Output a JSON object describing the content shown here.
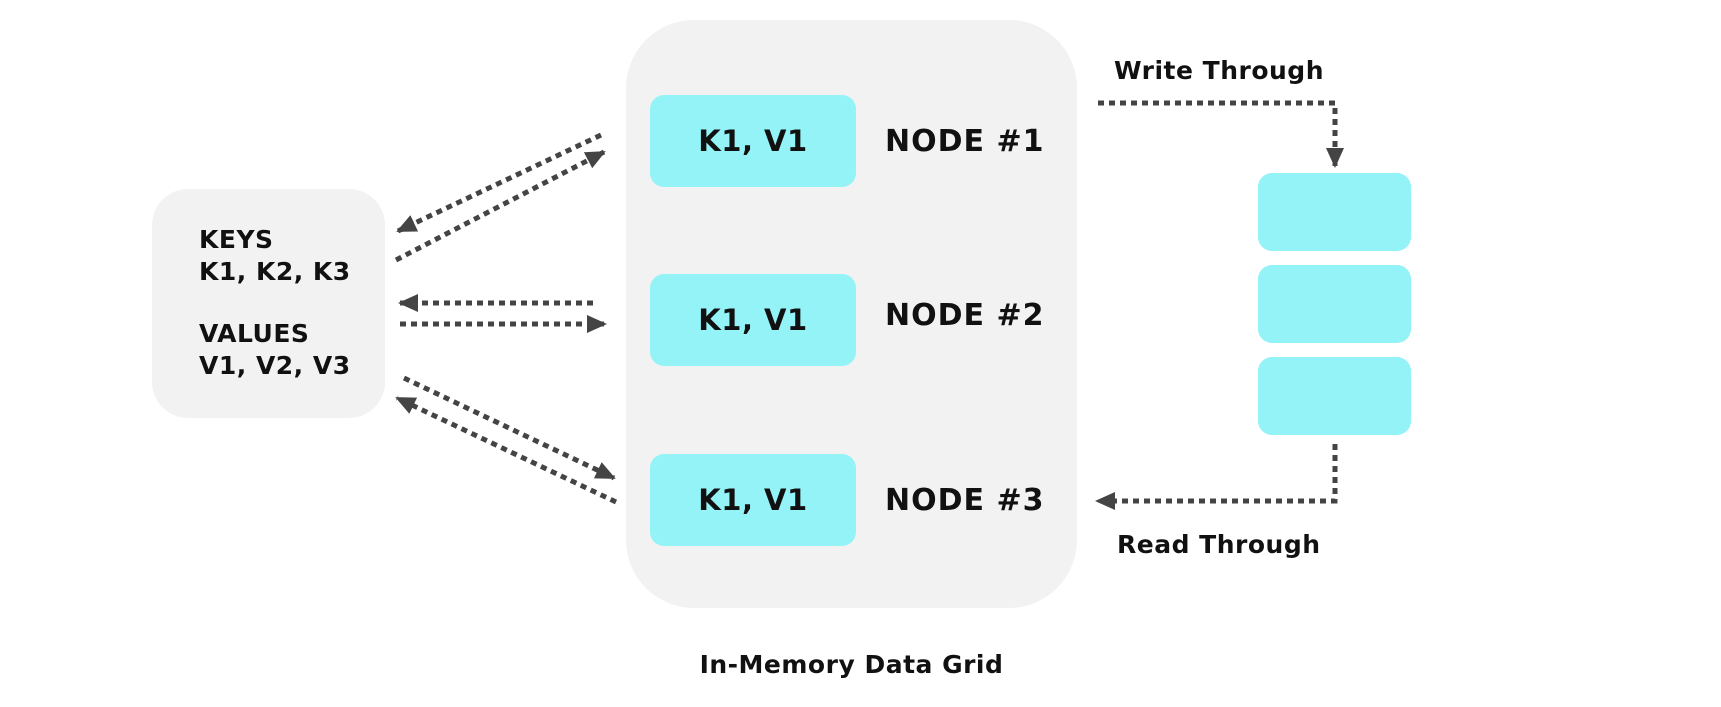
{
  "client": {
    "keys_heading": "KEYS",
    "keys_value": "K1, K2, K3",
    "values_heading": "VALUES",
    "values_value": "V1, V2, V3"
  },
  "grid": {
    "caption": "In-Memory Data Grid",
    "nodes": [
      {
        "cell": "K1, V1",
        "label": "NODE #1"
      },
      {
        "cell": "K1, V1",
        "label": "NODE #2"
      },
      {
        "cell": "K1, V1",
        "label": "NODE #3"
      }
    ]
  },
  "store": {
    "write_label": "Write Through",
    "read_label": "Read Through"
  },
  "colors": {
    "panel": "#f2f2f2",
    "cell": "#93f3f7",
    "arrow": "#444444",
    "text": "#111111"
  }
}
